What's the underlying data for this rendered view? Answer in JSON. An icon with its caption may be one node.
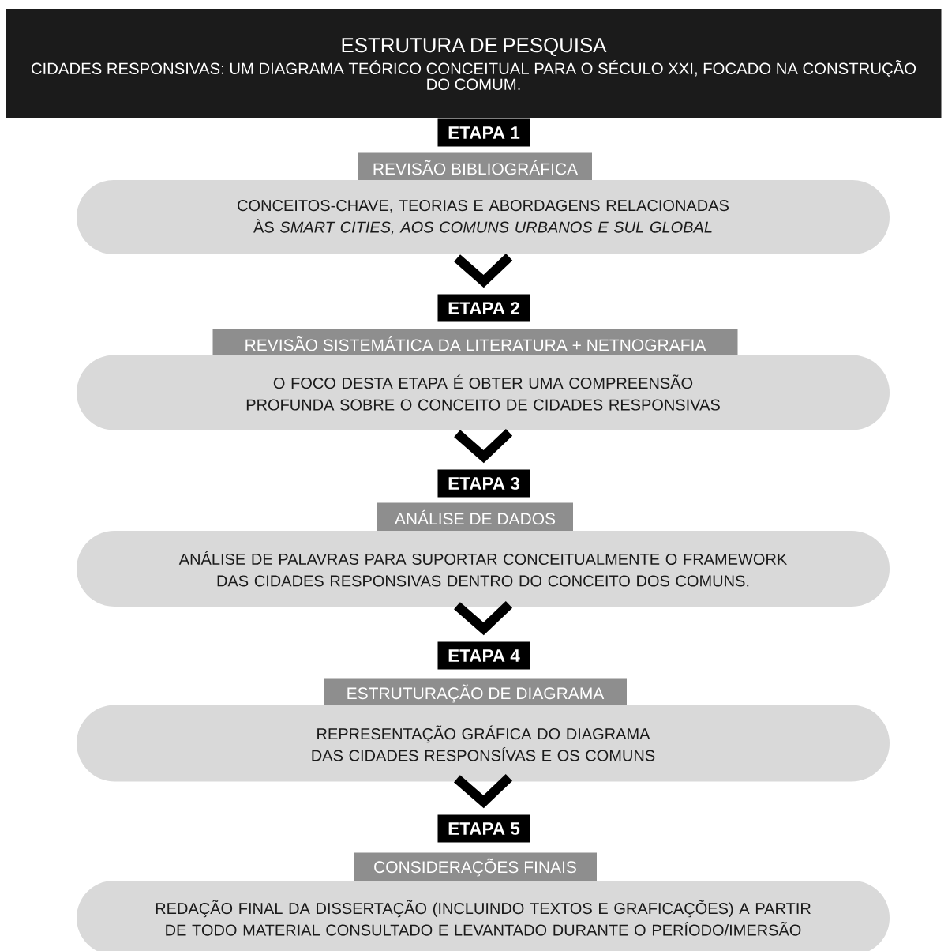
{
  "diagram": {
    "nodes": [
      {
        "text": [
          "ESTRUTURA DE PESQUISA",
          "CIDADES RESPONSIVAS: UM DIAGRAMA TEÓRICO CONCEITUAL PARA O SÉCULO XXI, FOCADO NA CONSTRUÇÃO DO COMUM."
        ]
      },
      {
        "text": [
          "ETAPA 1"
        ]
      },
      {
        "text": [
          "REVISÃO BIBLIOGRÁFICA"
        ]
      },
      {
        "text": [
          "CONCEITOS-CHAVE, TEORIAS E ABORDAGENS RELACIONADAS ÀS *SMART CITIES, AOS COMUNS URBANOS E SUL GLOBAL*"
        ]
      },
      {
        "text": [
          "ETAPA 2"
        ]
      },
      {
        "text": [
          "REVISÃO SISTEMÁTICA DA LITERATURA + NETNOGRAFIA"
        ]
      },
      {
        "text": [
          "O FOCO DESTA ETAPA É OBTER UMA COMPREENSÃO PROFUNDA SOBRE O CONCEITO DE CIDADES RESPONSIVAS"
        ]
      },
      {
        "text": [
          "ETAPA 3"
        ]
      },
      {
        "text": [
          "ANÁLISE DE DADOS"
        ]
      },
      {
        "text": [
          "ANÁLISE DE PALAVRAS PARA SUPORTAR CONCEITUALMENTE O FRAMEWORK DAS CIDADES RESPONSIVAS DENTRO DO CONCEITO DOS COMUNS."
        ]
      },
      {
        "text": [
          "ETAPA 4"
        ]
      },
      {
        "text": [
          "ESTRUTURAÇÃO DE DIAGRAMA"
        ]
      },
      {
        "text": [
          "REPRESENTAÇÃO GRÁFICA DO DIAGRAMA DAS CIDADES RESPONSÍVAS E OS COMUNS"
        ]
      },
      {
        "text": [
          "ETAPA 5"
        ]
      },
      {
        "text": [
          "CONSIDERAÇÕES FINAIS"
        ]
      },
      {
        "text": [
          "REDAÇÃO FINAL DA DISSERTAÇÃO (INCLUINDO TEXTOS E GRAFICAÇÕES) A PARTIR DE TODO MATERIAL CONSULTADO E LEVANTADO DURANTE O PERÍODO/IMERSÃO"
        ]
      }
    ],
    "edges": [
      {
        "from": 3,
        "to": 4,
        "arrow": "to"
      },
      {
        "from": 6,
        "to": 7,
        "arrow": "to"
      },
      {
        "from": 9,
        "to": 10,
        "arrow": "to"
      },
      {
        "from": 12,
        "to": 13,
        "arrow": "to"
      }
    ]
  }
}
